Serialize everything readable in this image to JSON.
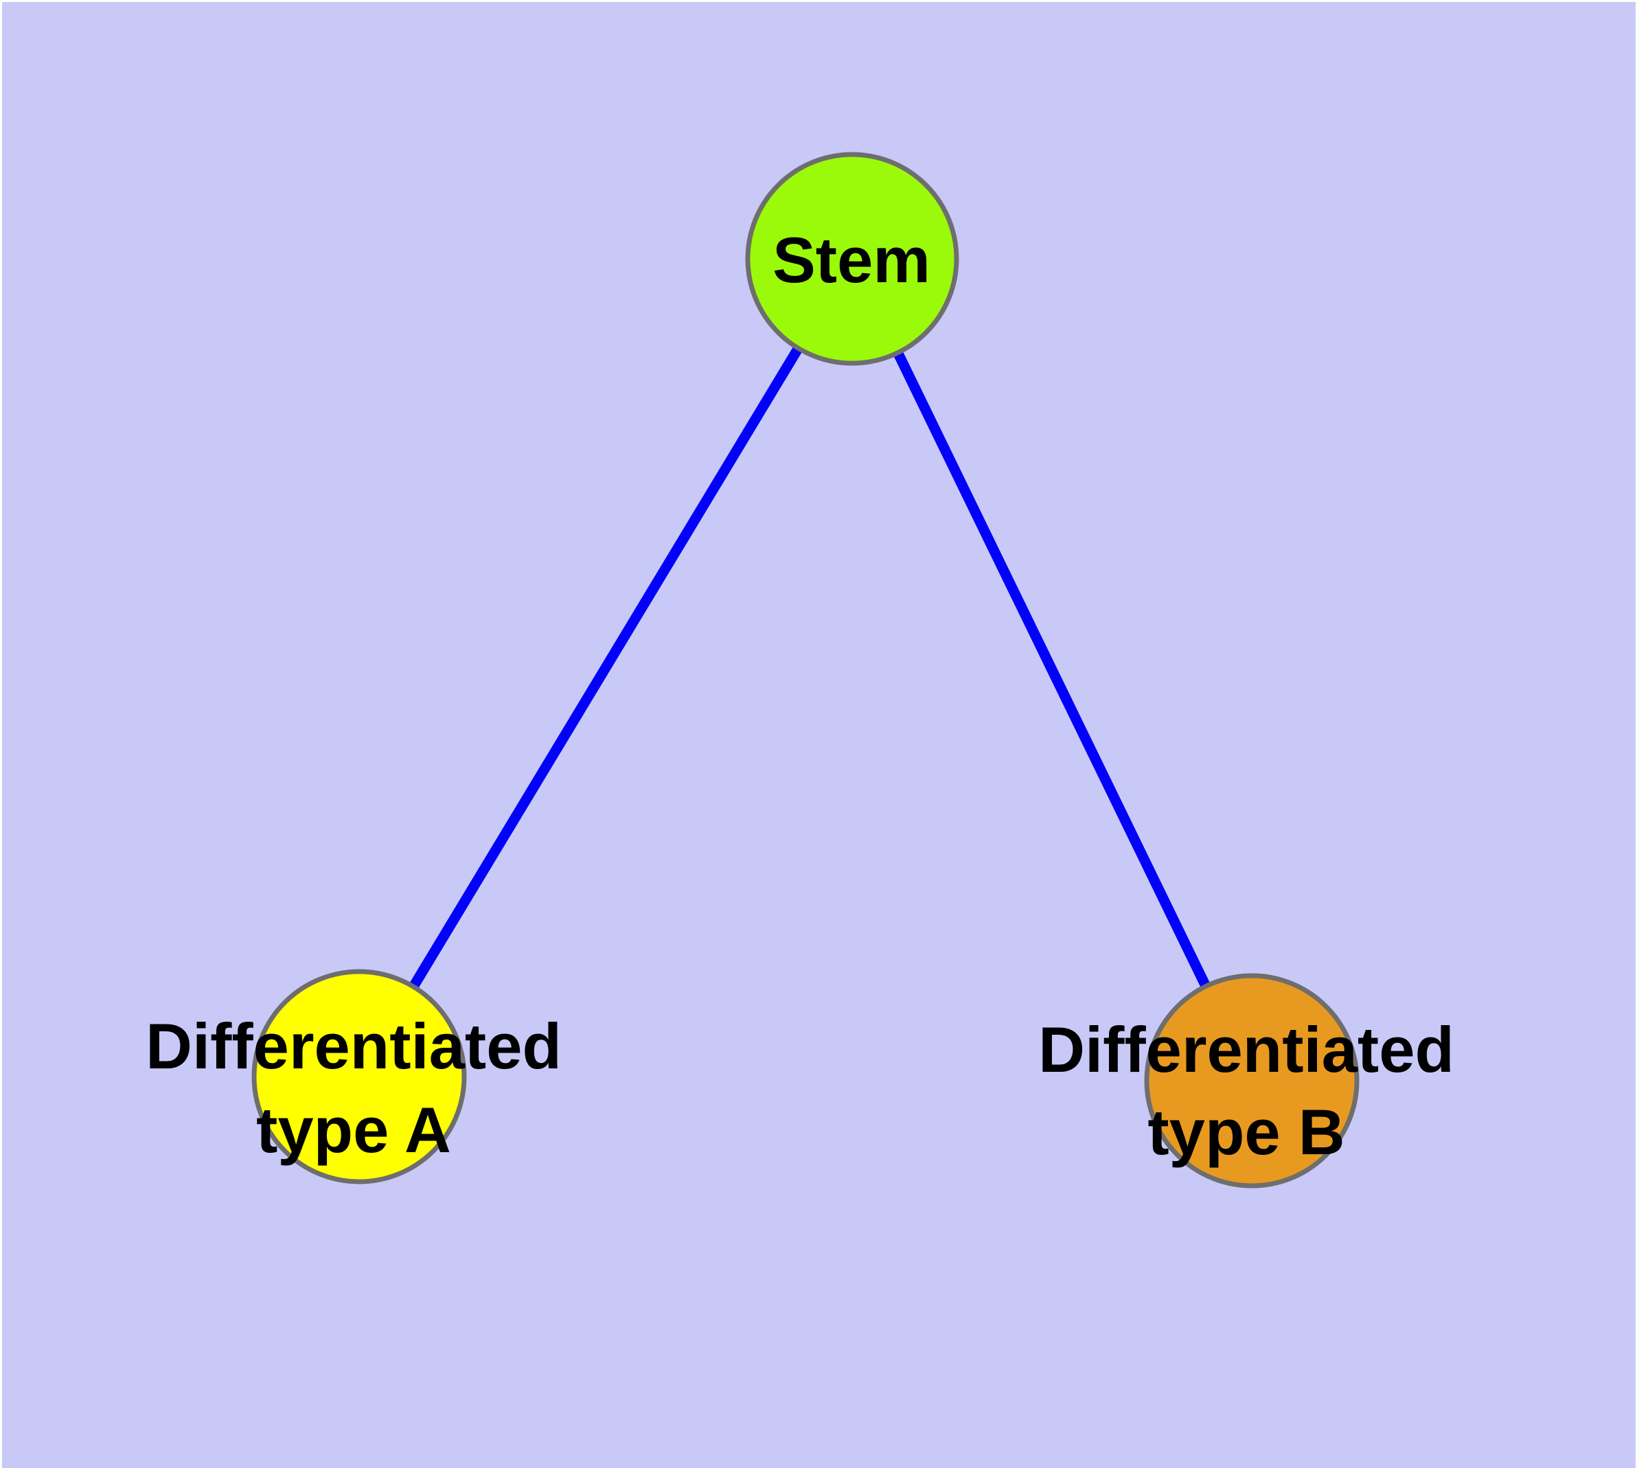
{
  "diagram_type": "node-link-graph",
  "colors": {
    "frame": "#ffffff",
    "background": "#c9c9f8",
    "edge": "#0202fa",
    "node_border": "#6e6e6e",
    "label_text": "#000000",
    "stem_fill": "#9bfa0a",
    "type_a_fill": "#ffff00",
    "type_b_fill": "#e89a20"
  },
  "nodes": {
    "stem": {
      "label": "Stem",
      "fill": "#9bfa0a"
    },
    "type_a": {
      "line1": "Differentiated",
      "line2": "type A",
      "fill": "#ffff00"
    },
    "type_b": {
      "line1": "Differentiated",
      "line2": "type B",
      "fill": "#e89a20"
    }
  },
  "edges": [
    {
      "from": "stem",
      "to": "type_a"
    },
    {
      "from": "stem",
      "to": "type_b"
    }
  ]
}
